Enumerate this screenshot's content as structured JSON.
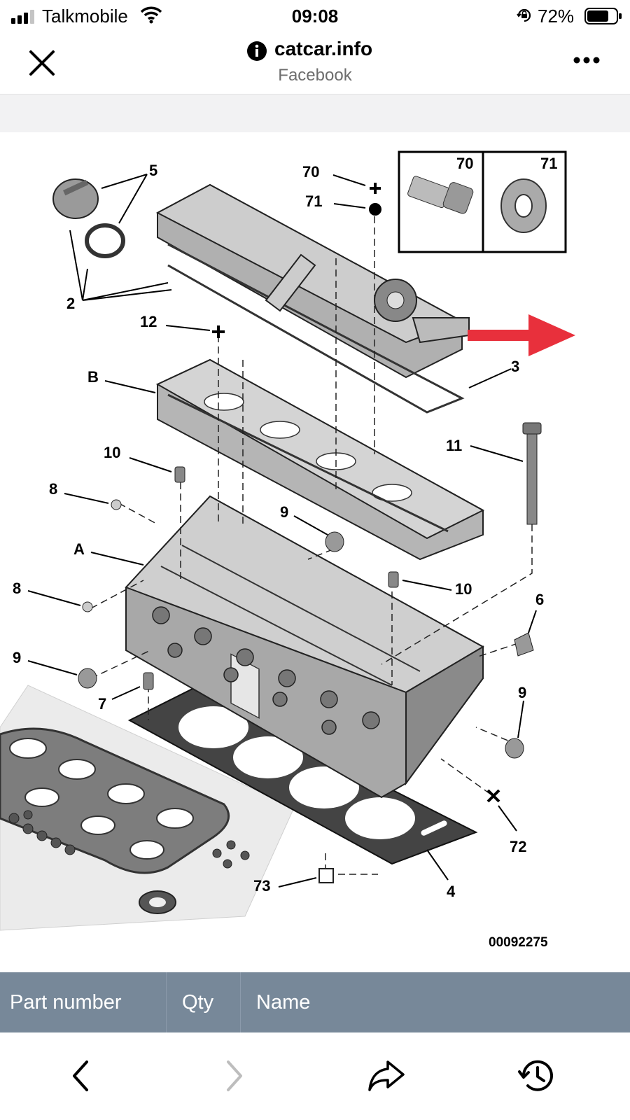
{
  "status_bar": {
    "carrier": "Talkmobile",
    "time": "09:08",
    "battery_percent": "72%"
  },
  "nav": {
    "domain": "catcar.info",
    "subtitle": "Facebook"
  },
  "diagram": {
    "image_code": "00092275",
    "labels": {
      "l5": "5",
      "l70": "70",
      "l71": "71",
      "l2": "2",
      "l12": "12",
      "l3": "3",
      "lB": "B",
      "l10a": "10",
      "l11": "11",
      "l8a": "8",
      "l9a": "9",
      "lA": "A",
      "l8b": "8",
      "l10b": "10",
      "l6": "6",
      "l9b": "9",
      "l7": "7",
      "l9c": "9",
      "l72": "72",
      "l73": "73",
      "l4": "4"
    },
    "inset": {
      "left_label": "70",
      "right_label": "71"
    }
  },
  "table": {
    "columns": [
      "Part number",
      "Qty",
      "Name"
    ]
  },
  "colors": {
    "table_header": "#778899",
    "arrow": "#e8303c"
  }
}
